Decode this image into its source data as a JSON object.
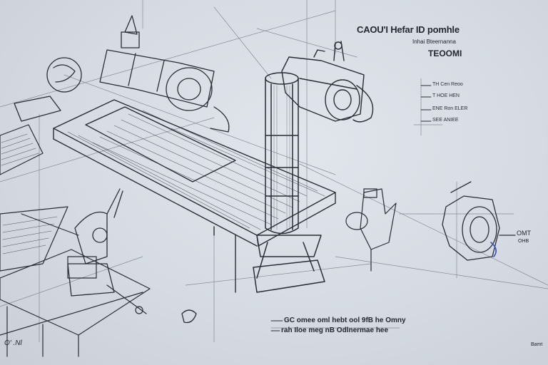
{
  "title": "CAOU'I Hefar ID pomhle",
  "subtitle": "Inhai Bteernanna",
  "heading": "TEOOMI",
  "callouts": [
    "TH Cen Reoo",
    "T HOE HEN",
    "ENE Ron ELER",
    "SEE ANIEE"
  ],
  "part_label": "OMT",
  "part_sub": "OHB",
  "notes": [
    "GC omee oml hebt ool 9fB he Omny",
    "rah Iloe meg nB Odlnermae hee"
  ],
  "sig_left": "O' .Nl",
  "sig_right": "Bamt",
  "ink_color": "#2a2d35",
  "accent_color": "#3b4fc4"
}
